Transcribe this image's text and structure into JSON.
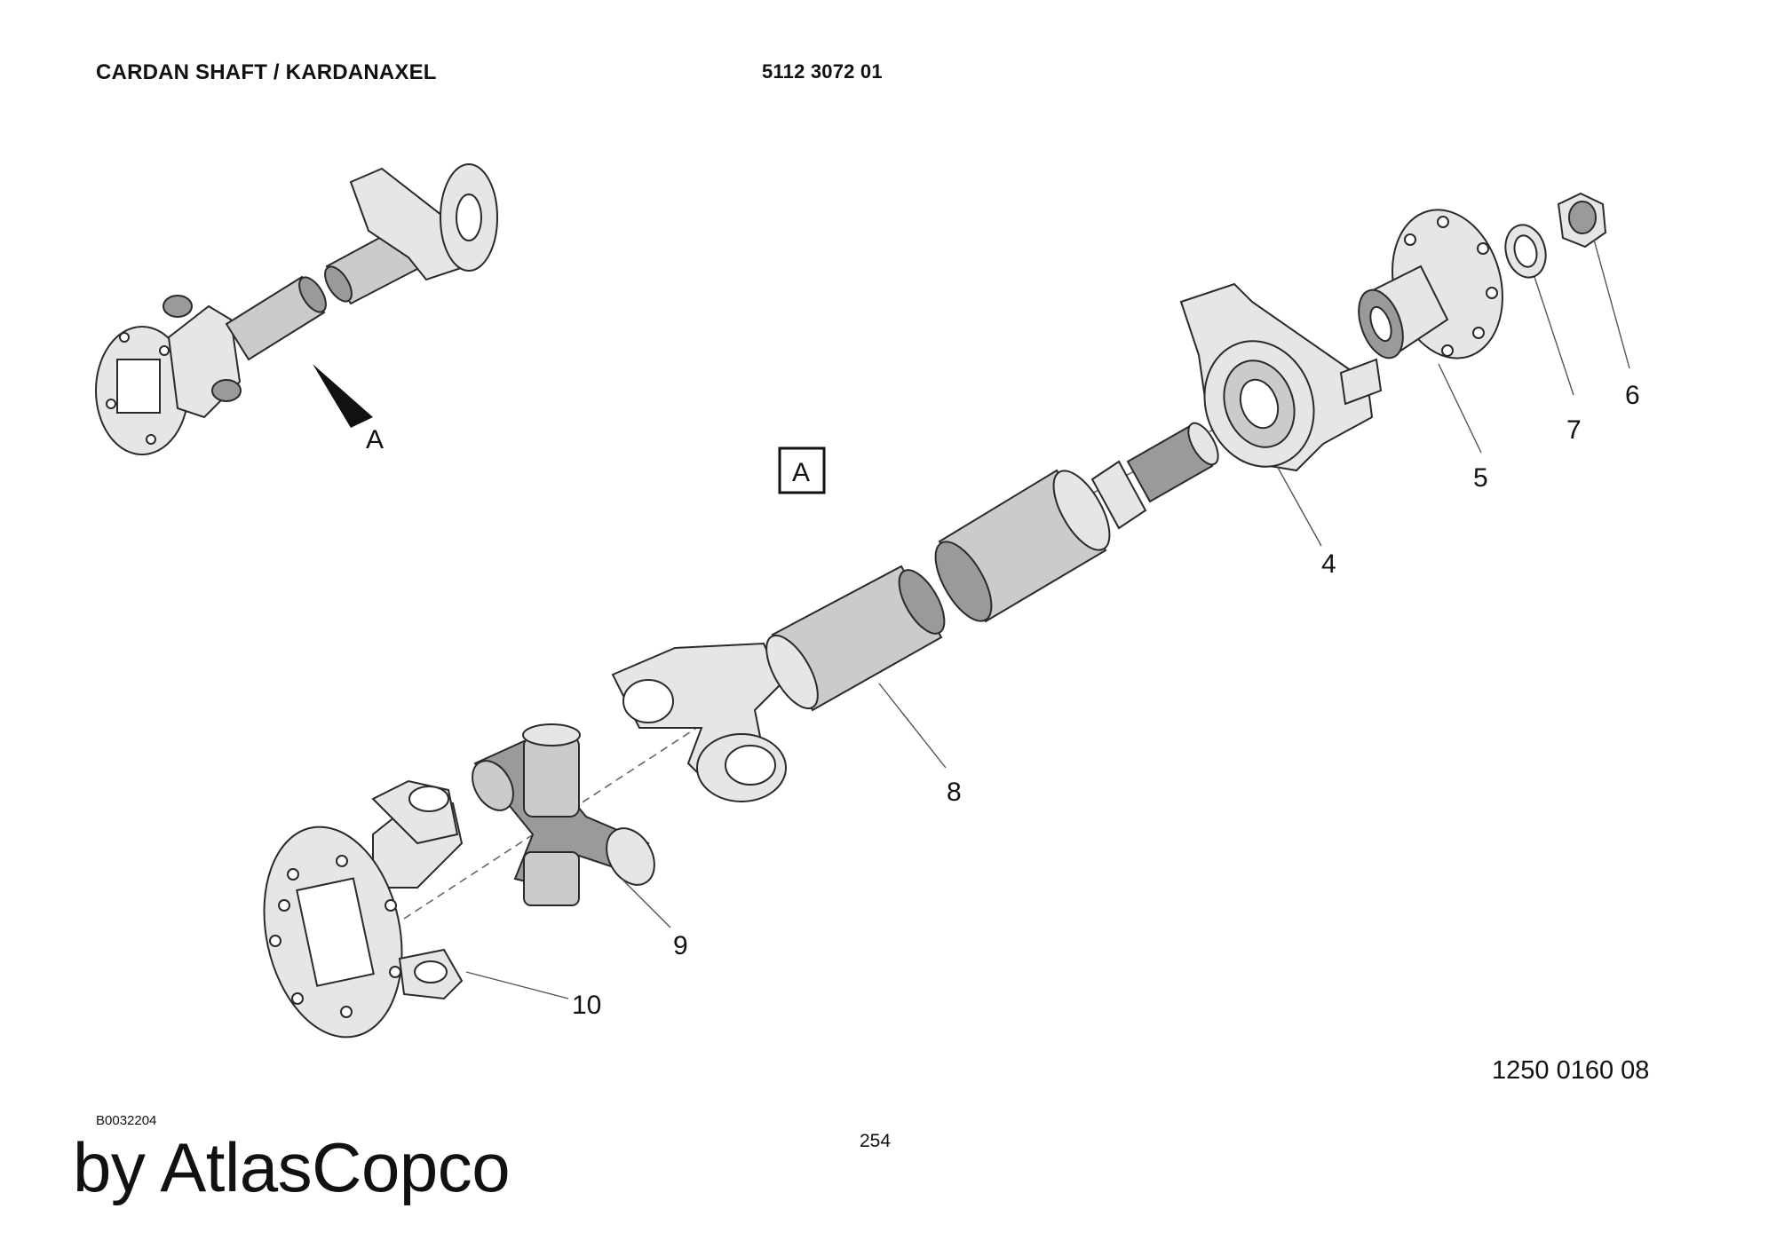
{
  "header": {
    "title": "CARDAN SHAFT / KARDANAXEL",
    "part_number": "5112 3072 01"
  },
  "view": {
    "detail_marker": "A",
    "detail_box": "A"
  },
  "callouts": [
    "4",
    "5",
    "6",
    "7",
    "8",
    "9",
    "10"
  ],
  "footer": {
    "drawing_number": "1250 0160 08",
    "image_id": "B0032204",
    "page": "254",
    "brand": "by AtlasCopco"
  }
}
